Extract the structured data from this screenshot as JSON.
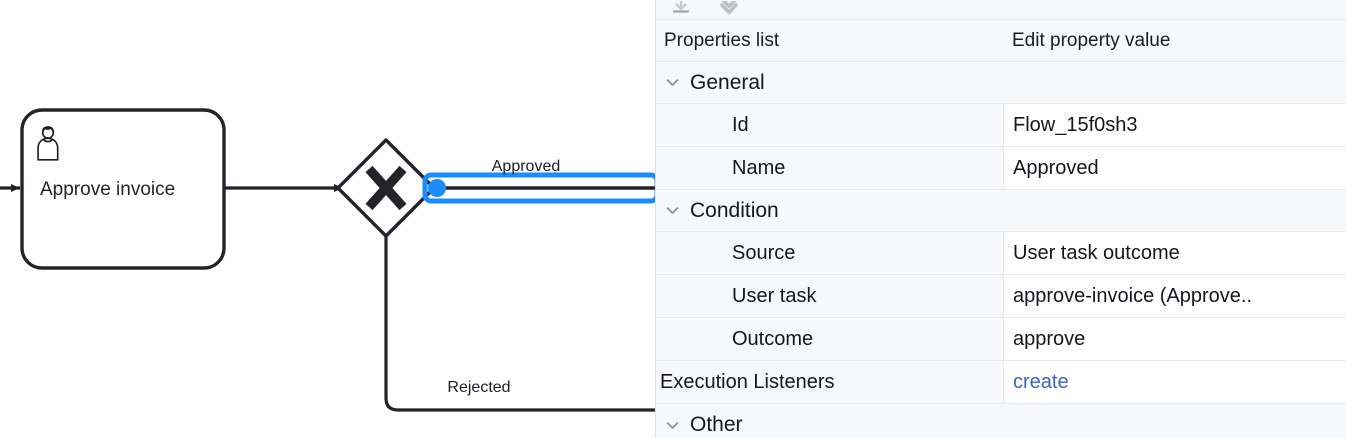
{
  "diagram": {
    "task": {
      "label": "Approve invoice",
      "icon": "user-task-icon"
    },
    "gateway": {
      "type": "exclusive-gateway",
      "marker": "X",
      "selected": true
    },
    "flows": [
      {
        "label": "Approved",
        "selected": true
      },
      {
        "label": "Rejected",
        "selected": false
      }
    ],
    "colors": {
      "stroke": "#22242a",
      "selection": "#1a8cff",
      "canvas": "#ffffff"
    }
  },
  "panel": {
    "toolbar": {
      "icons": [
        "download-icon",
        "collapse-all-icon"
      ]
    },
    "header": {
      "name_column": "Properties list",
      "value_column": "Edit property value"
    },
    "sections": [
      {
        "title": "General",
        "expanded": true,
        "rows": [
          {
            "name": "Id",
            "value": "Flow_15f0sh3",
            "link": false
          },
          {
            "name": "Name",
            "value": "Approved",
            "link": false
          }
        ]
      },
      {
        "title": "Condition",
        "expanded": true,
        "rows": [
          {
            "name": "Source",
            "value": "User task outcome",
            "link": false
          },
          {
            "name": "User task",
            "value": "approve-invoice (Approve..",
            "link": false
          },
          {
            "name": "Outcome",
            "value": "approve",
            "link": false
          }
        ]
      }
    ],
    "listeners_row": {
      "name": "Execution Listeners",
      "value": "create",
      "link": true
    },
    "other_section": {
      "title": "Other",
      "expanded": true
    },
    "colors": {
      "background": "#f7f8fa",
      "value_background": "#ffffff",
      "border": "#e7e9ed",
      "link": "#3c62c4",
      "text": "#15171c"
    }
  }
}
